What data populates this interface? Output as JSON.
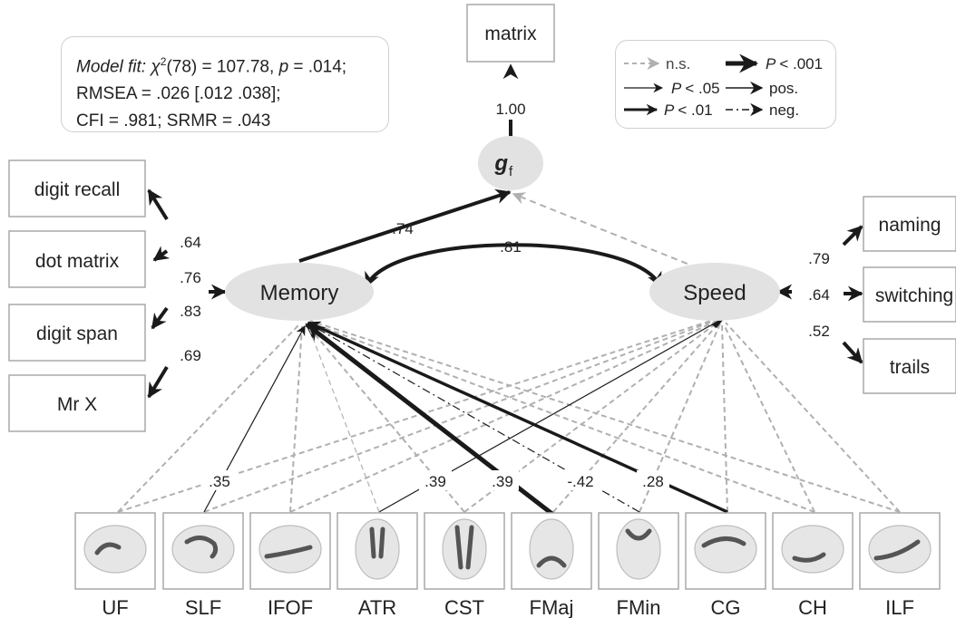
{
  "model_fit": {
    "line1_prefix": "Model fit:",
    "chi": "χ",
    "chi_sup": "2",
    "line1_rest": "(78) = 107.78,",
    "p_label": "p",
    "p_value": "= .014;",
    "line2": "RMSEA = .026 [.012 .038];",
    "line3": "CFI = .981; SRMR = .043"
  },
  "legend": {
    "ns": "n.s.",
    "p05": "< .05",
    "p01": "< .01",
    "p001": "< .001",
    "p_symbol": "P",
    "pos": "pos.",
    "neg": "neg."
  },
  "nodes": {
    "gf": "g",
    "gf_sub": "f",
    "memory": "Memory",
    "speed": "Speed",
    "matrix": "matrix",
    "memory_indicators": [
      "digit recall",
      "dot matrix",
      "digit span",
      "Mr X"
    ],
    "speed_indicators": [
      "naming",
      "switching",
      "trails"
    ],
    "tracts": [
      "UF",
      "SLF",
      "IFOF",
      "ATR",
      "CST",
      "FMaj",
      "FMin",
      "CG",
      "CH",
      "ILF"
    ]
  },
  "loadings": {
    "matrix": "1.00",
    "memory_to_gf": ".74",
    "memory_speed_cov": ".81",
    "memory": [
      ".64",
      ".76",
      ".83",
      ".69"
    ],
    "speed": [
      ".79",
      ".64",
      ".52"
    ]
  },
  "tract_labels": {
    "slf": ".35",
    "atr": ".39",
    "fmaj": ".39",
    "fmin": "-.42",
    "cg": ".28"
  },
  "colors": {
    "ellipse": "#e2e2e2",
    "border": "#a8a8a8",
    "dashed": "#b0b0b0",
    "solid": "#1a1a1a"
  }
}
